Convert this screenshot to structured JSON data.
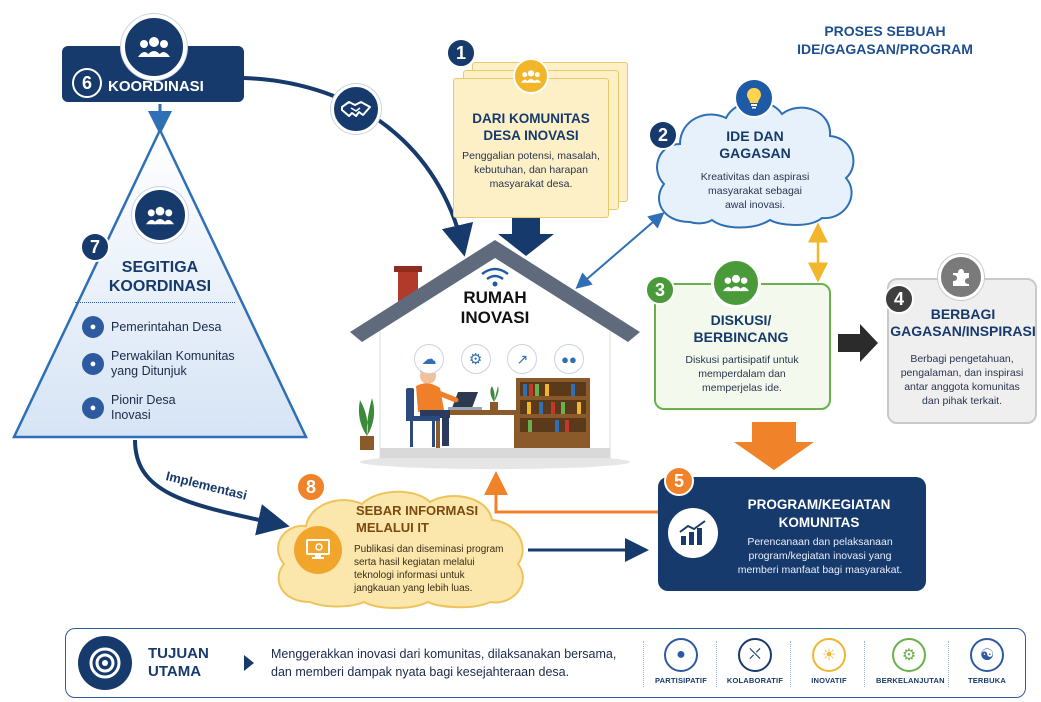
{
  "headline": {
    "line1": "PROSES SEBUAH",
    "line2": "IDE/GAGASAN/PROGRAM"
  },
  "colors": {
    "navy": "#173a6d",
    "blue": "#2e5aa0",
    "orange": "#f0822a",
    "green": "#6ab04c",
    "gold": "#f2b62b",
    "gray": "#8a8a8a"
  },
  "step6": {
    "number": "6",
    "label": "KOORDINASI",
    "icon": "people-group-icon"
  },
  "handshake": {
    "icon": "handshake-icon"
  },
  "step7": {
    "number": "7",
    "title_line1": "SEGITIGA",
    "title_line2": "KOORDINASI",
    "icon": "people-group-icon",
    "items": [
      {
        "line1": "Pemerintahan Desa",
        "line2": "",
        "icon": "government-people-icon"
      },
      {
        "line1": "Perwakilan Komunitas",
        "line2": "yang Ditunjuk",
        "icon": "community-icon"
      },
      {
        "line1": "Pionir Desa",
        "line2": "Inovasi",
        "icon": "pioneer-icon"
      }
    ]
  },
  "implementasi": "Implementasi",
  "step1": {
    "number": "1",
    "title_line1": "DARI KOMUNITAS",
    "title_line2": "DESA INOVASI",
    "desc": [
      "Penggalian potensi, masalah,",
      "kebutuhan, dan harapan",
      "masyarakat desa."
    ],
    "icon": "people-group-icon"
  },
  "step2": {
    "number": "2",
    "title_line1": "IDE DAN",
    "title_line2": "GAGASAN",
    "desc": [
      "Kreativitas dan aspirasi",
      "masyarakat sebagai",
      "awal inovasi."
    ],
    "icon": "lightbulb-icon"
  },
  "house": {
    "title_line1": "RUMAH",
    "title_line2": "INOVASI",
    "icons": [
      "cloud-icon",
      "gear-icon",
      "chart-icon",
      "people-group-icon"
    ]
  },
  "step3": {
    "number": "3",
    "title_line1": "DISKUSI/",
    "title_line2": "BERBINCANG",
    "desc": [
      "Diskusi partisipatif untuk",
      "memperdalam dan",
      "memperjelas ide."
    ],
    "icon": "people-group-icon"
  },
  "step4": {
    "number": "4",
    "title_line1": "BERBAGI",
    "title_line2": "GAGASAN/INSPIRASI",
    "desc": [
      "Berbagi pengetahuan,",
      "pengalaman, dan inspirasi",
      "antar anggota komunitas",
      "dan pihak terkait."
    ],
    "icon": "puzzle-icon"
  },
  "step5": {
    "number": "5",
    "title_line1": "PROGRAM/KEGIATAN",
    "title_line2": "KOMUNITAS",
    "desc": [
      "Perencanaan dan pelaksanaan",
      "program/kegiatan inovasi yang",
      "memberi manfaat bagi masyarakat."
    ],
    "icon": "growth-chart-icon"
  },
  "step8": {
    "number": "8",
    "title_line1": "SEBAR INFORMASI",
    "title_line2": "MELALUI IT",
    "desc": [
      "Publikasi dan diseminasi program",
      "serta hasil kegiatan melalui",
      "teknologi informasi untuk",
      "jangkauan yang lebih luas."
    ],
    "icon": "monitor-touch-icon"
  },
  "goal": {
    "title_line1": "TUJUAN",
    "title_line2": "UTAMA",
    "text_line1": "Menggerakkan inovasi dari komunitas, dilaksanakan bersama,",
    "text_line2": "dan memberi dampak nyata bagi kesejahteraan desa.",
    "icon": "target-icon"
  },
  "values": [
    {
      "label": "PARTISIPATIF",
      "icon": "people-group-icon",
      "color": "#2e5aa0"
    },
    {
      "label": "KOLABORATIF",
      "icon": "handshake-icon",
      "color": "#173a6d"
    },
    {
      "label": "INOVATIF",
      "icon": "lightbulb-icon",
      "color": "#f2b62b"
    },
    {
      "label": "BERKELANJUTAN",
      "icon": "gear-icon",
      "color": "#6ab04c"
    },
    {
      "label": "TERBUKA",
      "icon": "globe-icon",
      "color": "#2e5aa0"
    }
  ]
}
